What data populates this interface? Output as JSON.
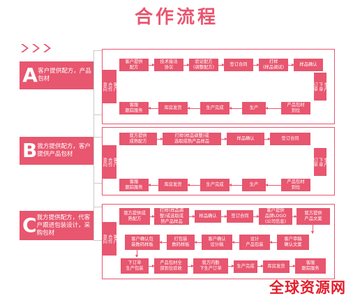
{
  "title": "合作流程",
  "colors": {
    "accent": "#e8566f",
    "line": "#c9c9c9",
    "watermark": "#e21e2c"
  },
  "sections": [
    {
      "letter": "A",
      "label": "客户提供配方，产品包材",
      "start": "客户\n合作\n意向",
      "row1": [
        "客户提供\n配方",
        "技术接洽\n协议",
        "验证配方\n(调整配方)",
        "签订合同",
        "打样\n(样品调试)",
        "样品确认"
      ],
      "side": "生产\n下单\n订单",
      "row2": [
        "产品包材\n到位",
        "生产",
        "生产完成",
        "库房发货",
        "客服\n跟踪服务"
      ]
    },
    {
      "letter": "B",
      "label": "我方提供配方，客户提供产品包材",
      "start": "客户\n合作\n意向",
      "row1": [
        "我方提供\n成熟配方",
        "打样(样品调整)或\n选取成熟产品样品",
        "样品确认",
        "签订合同"
      ],
      "side": "生产\n下单\n订单",
      "row2": [
        "产品包材\n到位",
        "生产",
        "生产完成",
        "库房发货",
        "客服\n跟踪服务"
      ]
    },
    {
      "letter": "C",
      "label": "我方提供配方，代客户跟进包装设计，采购包材",
      "start": "客户\n合作\n意向",
      "row1": [
        "我方提供成\n熟配方",
        "打样(样品调\n整)或选取成\n熟产品样品",
        "样品确认",
        "签订合同",
        "客户提供\n品牌LOGO\n(公司信息)",
        "我方提供\n产品文案"
      ],
      "row2": [
        "客户确认包\n装数码样板",
        "打包装\n数码样板",
        "客户确认\n设计稿",
        "设计\n产品包装",
        "客户审稿\n确认文案"
      ],
      "row3": [
        "下订单\n生产包装",
        "产品包材全\n部到位验收",
        "我方内勤\n下生产订单",
        "生产完成",
        "库房发货",
        "客服\n跟踪服务"
      ]
    }
  ],
  "watermark": "全球资源网"
}
